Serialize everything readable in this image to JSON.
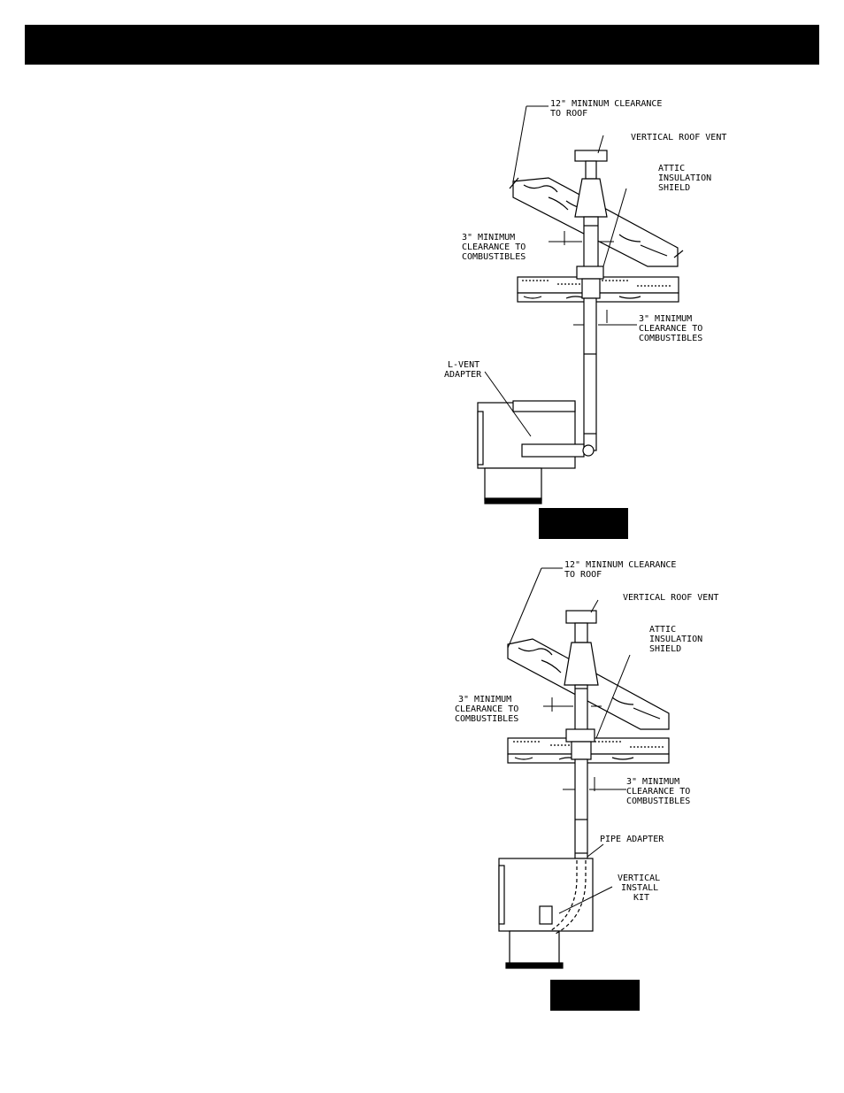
{
  "header": {
    "title": ""
  },
  "figure1": {
    "caption": "",
    "labels": {
      "roof_clearance_1": "12\" MININUM CLEARANCE",
      "roof_clearance_2": "TO ROOF",
      "roof_vent": "VERTICAL ROOF VENT",
      "attic_1": "ATTIC",
      "attic_2": "INSULATION",
      "attic_3": "SHIELD",
      "comb_left_1": "3\" MINIMUM",
      "comb_left_2": "CLEARANCE TO",
      "comb_left_3": "COMBUSTIBLES",
      "comb_right_1": "3\" MINIMUM",
      "comb_right_2": "CLEARANCE TO",
      "comb_right_3": "COMBUSTIBLES",
      "adapter_1": "L-VENT",
      "adapter_2": "ADAPTER"
    }
  },
  "figure2": {
    "caption": "",
    "labels": {
      "roof_clearance_1": "12\" MININUM CLEARANCE",
      "roof_clearance_2": "TO ROOF",
      "roof_vent": "VERTICAL ROOF VENT",
      "attic_1": "ATTIC",
      "attic_2": "INSULATION",
      "attic_3": "SHIELD",
      "comb_left_1": "3\" MINIMUM",
      "comb_left_2": "CLEARANCE TO",
      "comb_left_3": "COMBUSTIBLES",
      "comb_right_1": "3\" MINIMUM",
      "comb_right_2": "CLEARANCE TO",
      "comb_right_3": "COMBUSTIBLES",
      "pipe_adapter": "PIPE ADAPTER",
      "kit_1": "VERTICAL",
      "kit_2": "INSTALL",
      "kit_3": "KIT"
    }
  }
}
